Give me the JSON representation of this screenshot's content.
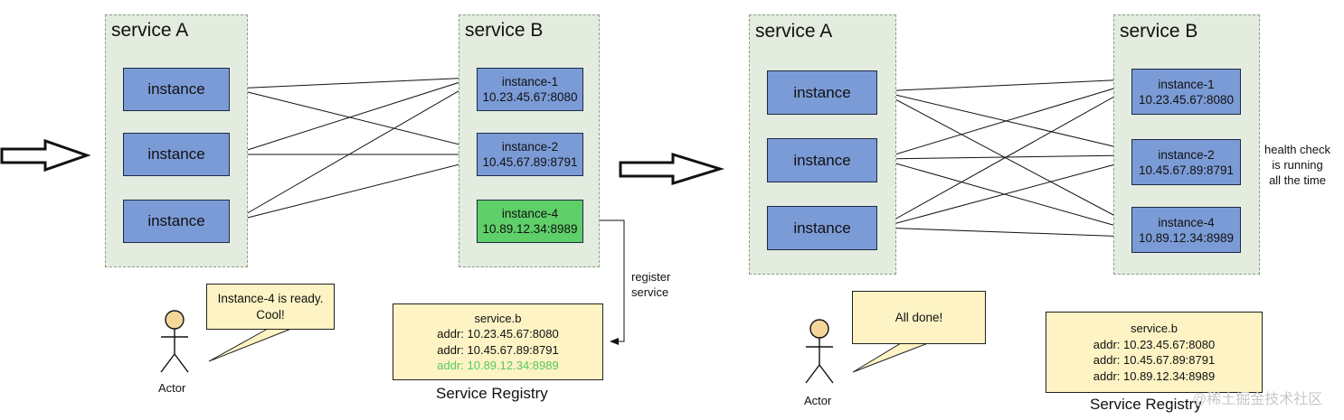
{
  "left": {
    "service_a": {
      "title": "service A",
      "instances": [
        "instance",
        "instance",
        "instance"
      ]
    },
    "service_b": {
      "title": "service B",
      "instances": [
        {
          "name": "instance-1",
          "addr": "10.23.45.67:8080"
        },
        {
          "name": "instance-2",
          "addr": "10.45.67.89:8791"
        },
        {
          "name": "instance-4",
          "addr": "10.89.12.34:8989"
        }
      ]
    },
    "register_label": [
      "register",
      "service"
    ],
    "actor": {
      "label": "Actor",
      "speech": [
        "Instance-4 is ready.",
        "Cool!"
      ]
    },
    "registry": {
      "title": "service.b",
      "entries": [
        "addr: 10.23.45.67:8080",
        "addr: 10.45.67.89:8791",
        "addr: 10.89.12.34:8989"
      ],
      "caption": "Service Registry"
    }
  },
  "right": {
    "service_a": {
      "title": "service A",
      "instances": [
        "instance",
        "instance",
        "instance"
      ]
    },
    "service_b": {
      "title": "service B",
      "instances": [
        {
          "name": "instance-1",
          "addr": "10.23.45.67:8080"
        },
        {
          "name": "instance-2",
          "addr": "10.45.67.89:8791"
        },
        {
          "name": "instance-4",
          "addr": "10.89.12.34:8989"
        }
      ]
    },
    "health_check": [
      "health check",
      "is running",
      "all the time"
    ],
    "actor": {
      "label": "Actor",
      "speech": [
        "All done!"
      ]
    },
    "registry": {
      "title": "service.b",
      "entries": [
        "addr: 10.23.45.67:8080",
        "addr: 10.45.67.89:8791",
        "addr: 10.89.12.34:8989"
      ],
      "caption": "Service Registry"
    }
  },
  "watermark": "@稀土掘金技术社区",
  "colors": {
    "group_fill": "#e3ecdf",
    "instance_blue": "#7b9bd6",
    "instance_ready_green": "#5fcf69",
    "note_yellow": "#fdf3c4",
    "new_entry_text": "#58c860"
  }
}
